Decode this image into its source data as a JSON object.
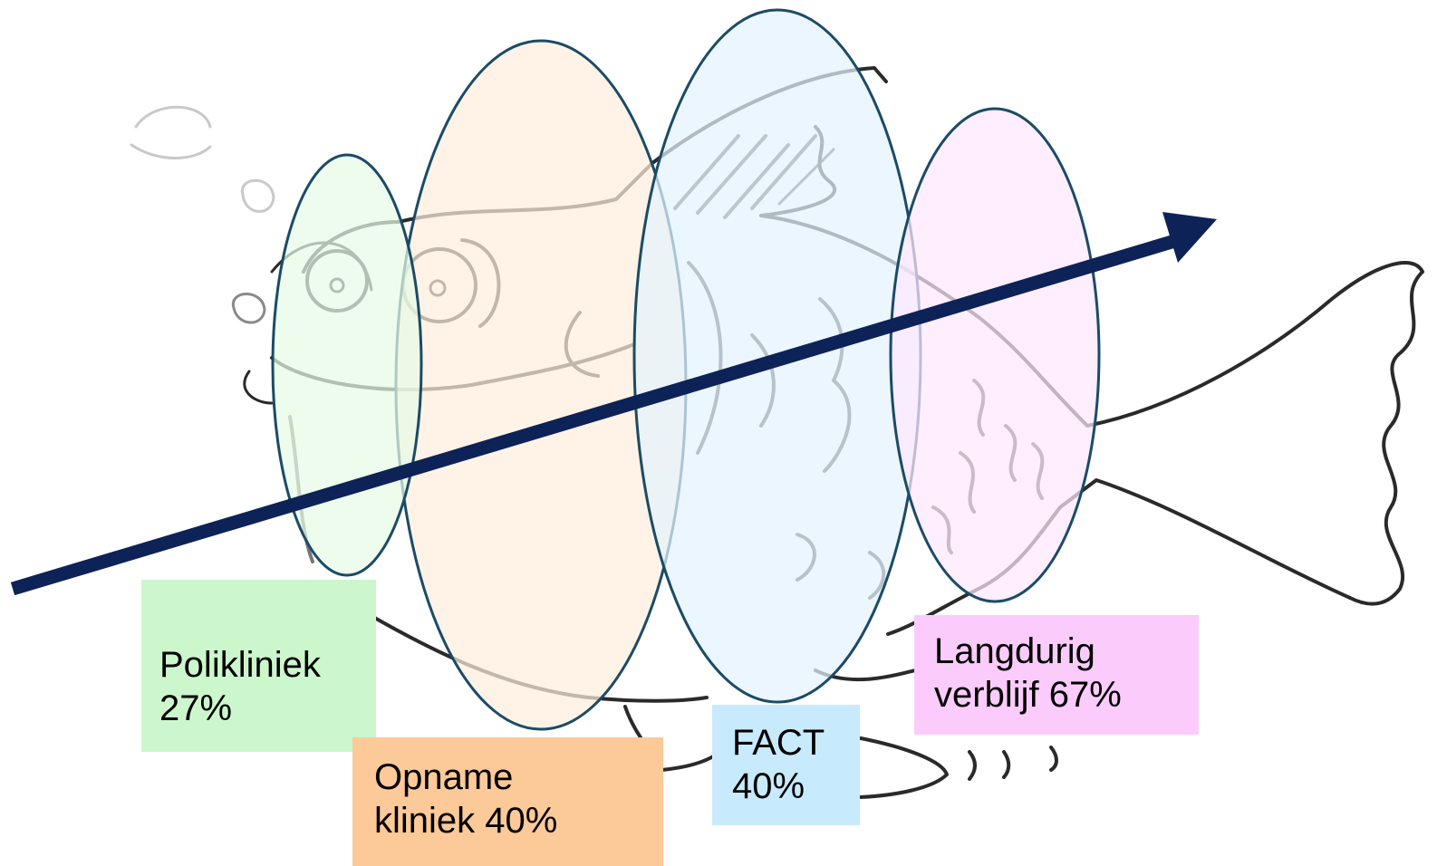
{
  "colors": {
    "poli_fill": "#e6fbe6",
    "poli_box": "#ccf7cc",
    "opname_fill": "#fdeedd",
    "opname_box": "#fcc999",
    "fact_fill": "#e3f3fd",
    "fact_box": "#c8eafd",
    "lang_fill": "#fde7fd",
    "lang_box": "#fbccfb",
    "ellipse_stroke": "#1b4b66",
    "arrow": "#0d2257",
    "sketch": "#1a1a1a"
  },
  "labels": {
    "polikliniek": {
      "line1": "Polikliniek",
      "line2": "27%"
    },
    "opname": {
      "line1": "Opname",
      "line2": "kliniek 40%"
    },
    "fact": {
      "line1": "FACT",
      "line2": "40%"
    },
    "langdurig": {
      "line1": "Langdurig",
      "line2": "verblijf 67%"
    }
  },
  "icons": [
    "fish-sketch",
    "bubbles",
    "arrow-right"
  ]
}
